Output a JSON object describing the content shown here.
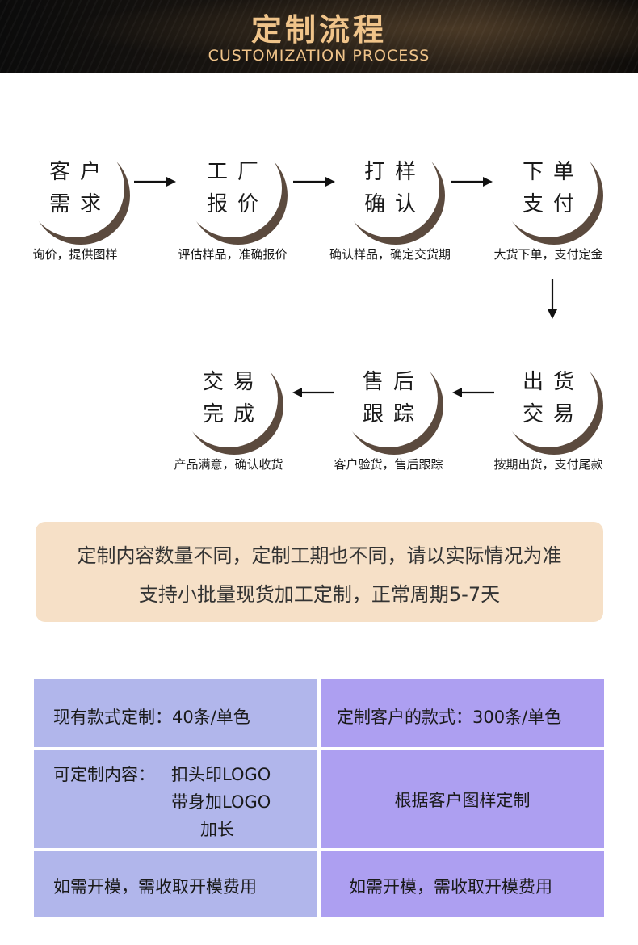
{
  "header": {
    "title": "定制流程",
    "subtitle": "CUSTOMIZATION PROCESS"
  },
  "steps": [
    {
      "line1": "客户",
      "line2": "需求",
      "caption": "询价，提供图样"
    },
    {
      "line1": "工厂",
      "line2": "报价",
      "caption": "评估样品，准确报价"
    },
    {
      "line1": "打样",
      "line2": "确认",
      "caption": "确认样品，确定交货期"
    },
    {
      "line1": "下单",
      "line2": "支付",
      "caption": "大货下单，支付定金"
    },
    {
      "line1": "出货",
      "line2": "交易",
      "caption": "按期出货，支付尾款"
    },
    {
      "line1": "售后",
      "line2": "跟踪",
      "caption": "客户验货，售后跟踪"
    },
    {
      "line1": "交易",
      "line2": "完成",
      "caption": "产品满意，确认收货"
    }
  ],
  "note": {
    "line1": "定制内容数量不同，定制工期也不同，请以实际情况为准",
    "line2": "支持小批量现货加工定制，正常周期5-7天"
  },
  "table": {
    "row1": {
      "left": "现有款式定制：40条/单色",
      "right": "定制客户的款式：300条/单色"
    },
    "row2": {
      "left_label": "可定制内容：",
      "left_items": [
        "扣头印LOGO",
        "带身加LOGO",
        "加长"
      ],
      "right": "根据客户图样定制"
    },
    "row3": {
      "left": "如需开模，需收取开模费用",
      "right": "如需开模，需收取开模费用"
    }
  },
  "colors": {
    "header_text": "#f0c48a",
    "circle_shadow": "#5b4a3e",
    "note_bg": "#f6e0c7",
    "table_left": "#b1b6eb",
    "table_right": "#ad9ff1"
  }
}
